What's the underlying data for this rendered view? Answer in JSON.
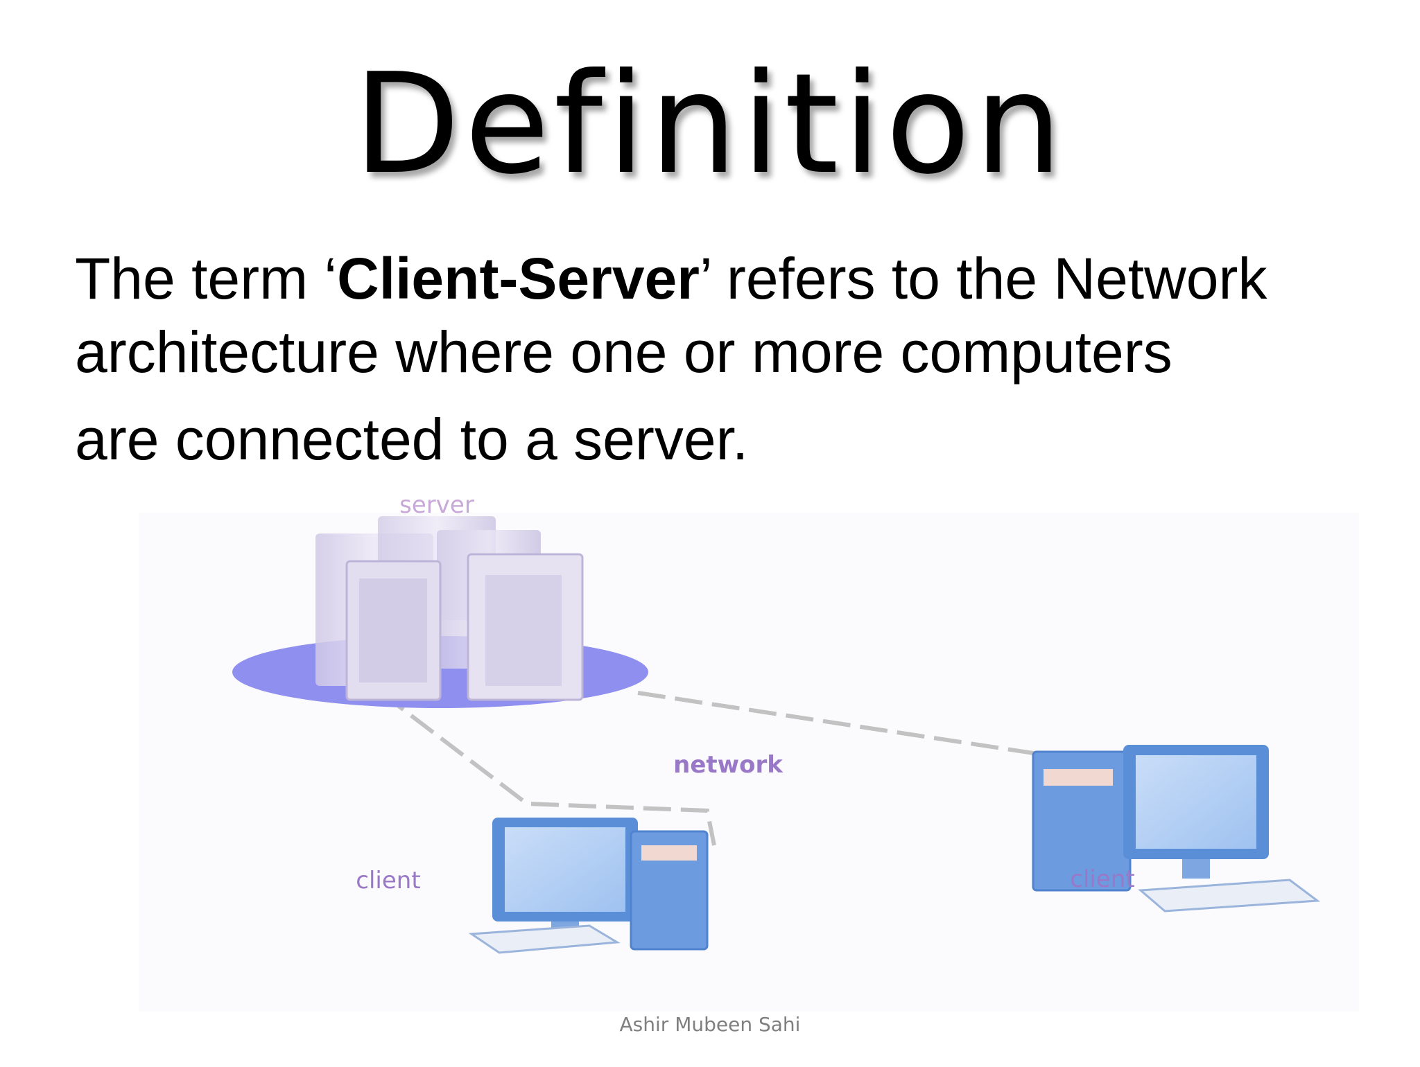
{
  "slide": {
    "title": "Definition",
    "paragraph": {
      "line1_prefix": "The term ‘",
      "line1_bold": "Client-Server",
      "line1_suffix": "’ refers to the Network",
      "line2": "architecture where one or more computers",
      "line3": "are connected  to a server."
    },
    "diagram": {
      "labels": {
        "server": "server",
        "network": "network",
        "client_left": "client",
        "client_right": "client"
      },
      "colors": {
        "platform": "#8f8ff0",
        "server_tower": "#d8d3ec",
        "monitor": "#5a8fd8",
        "screen": "#b9d2f5",
        "label": "#9a78c8",
        "cable": "#bdbdbd"
      }
    },
    "footer": "Ashir Mubeen Sahi"
  }
}
